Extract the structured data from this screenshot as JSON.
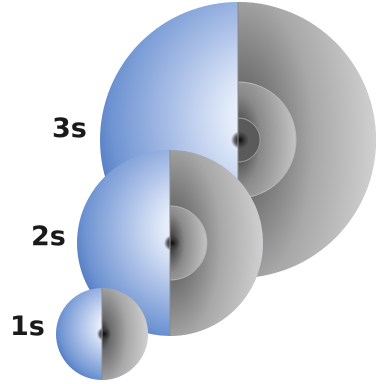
{
  "orbitals": [
    {
      "label": "3s"
    },
    {
      "label": "2s"
    },
    {
      "label": "1s"
    }
  ],
  "colors": {
    "sphere_surface": "#6f94d2",
    "sphere_highlight": "#ffffff",
    "cutaway_light": "#cfcfcf",
    "cutaway_dark": "#1e1e1e",
    "label": "#1a1a1a",
    "background": "#ffffff"
  }
}
